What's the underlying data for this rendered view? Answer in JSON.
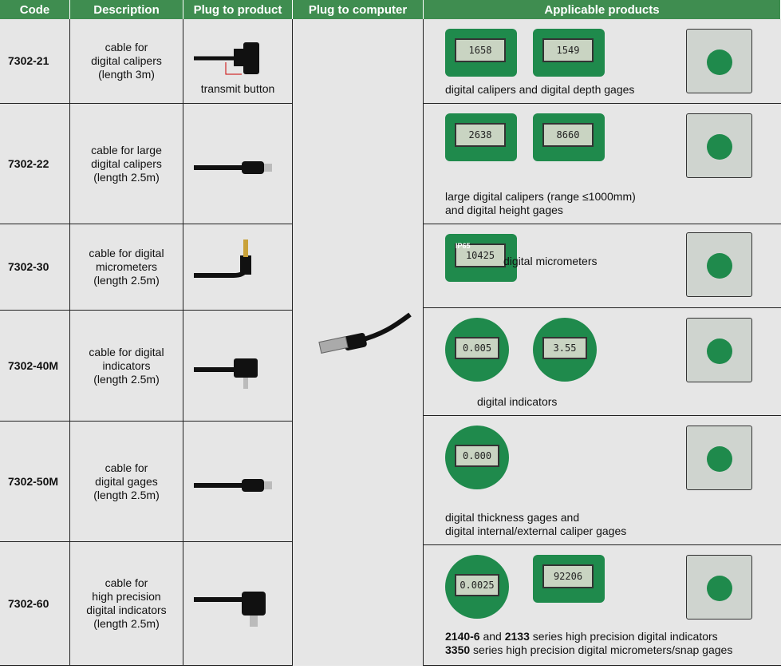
{
  "header": {
    "code": "Code",
    "description": "Description",
    "plug_product": "Plug to product",
    "plug_computer": "Plug to computer",
    "applicable": "Applicable products"
  },
  "rows": [
    {
      "code": "7302-21",
      "description": "cable for\ndigital calipers\n(length 3m)",
      "plug_note": "transmit button",
      "caption": "digital calipers and digital depth gages",
      "readings": [
        "1658",
        "1549"
      ]
    },
    {
      "code": "7302-22",
      "description": "cable for large\ndigital calipers\n(length 2.5m)",
      "caption": "large digital calipers (range ≤1000mm)\nand digital height gages",
      "readings": [
        "2638",
        "8660"
      ]
    },
    {
      "code": "7302-30",
      "description": "cable for digital\nmicrometers\n(length 2.5m)",
      "caption": "digital  micrometers",
      "readings": [
        "10425"
      ],
      "badge": "IP65"
    },
    {
      "code": "7302-40M",
      "description": "cable for digital\nindicators\n(length 2.5m)",
      "caption": "digital indicators",
      "readings": [
        "0.005",
        "3.55"
      ]
    },
    {
      "code": "7302-50M",
      "description": "cable for\ndigital gages\n(length 2.5m)",
      "caption": "digital thickness gages and\ndigital internal/external caliper gages",
      "readings": [
        "0.000"
      ]
    },
    {
      "code": "7302-60",
      "description": "cable for\nhigh precision\ndigital indicators\n(length 2.5m)",
      "caption_parts": [
        {
          "b": "2140-6",
          "t": " and "
        },
        {
          "b": "2133",
          "t": " series high precision digital indicators"
        },
        {
          "b": "3350",
          "t": " series high precision digital micrometers/snap gages"
        }
      ],
      "readings": [
        "0.0025",
        "92206"
      ]
    }
  ],
  "colors": {
    "header": "#3f8d50",
    "cell": "#e6e6e6",
    "device": "#1f8a4c"
  }
}
